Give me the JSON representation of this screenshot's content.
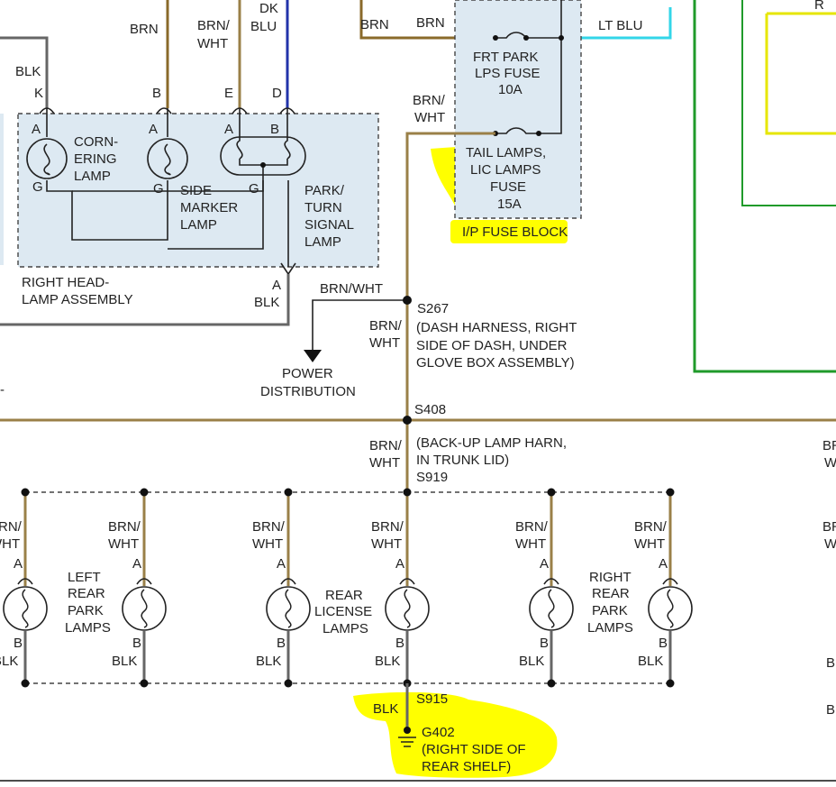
{
  "colors": {
    "highlight": "#ffff00",
    "brown_wire": "#8a6a2a",
    "brown_white_wire": "#9a8048",
    "light_blue_wire": "#33d6e8",
    "dark_blue_wire": "#2233aa",
    "green_wire": "#1f9a2a",
    "yellow_wire": "#e6e600",
    "black_wire": "#666666",
    "assembly_fill": "#dde9f2"
  },
  "top_wires": {
    "brn_left": "BRN",
    "brn_wht_top_1": "BRN/",
    "brn_wht_top_2": "WHT",
    "dk_blu_1": "DK",
    "dk_blu_2": "BLU",
    "brn_mid": "BRN",
    "brn_fuse": "BRN",
    "lt_blu": "LT BLU",
    "brn_wht_fuse_1": "BRN/",
    "brn_wht_fuse_2": "WHT",
    "edge_right_top": "R"
  },
  "head_lamp": {
    "blk_label": "BLK",
    "pin_k": "K",
    "pin_b": "B",
    "pin_e": "E",
    "pin_d": "D",
    "pin_a1": "A",
    "pin_a2": "A",
    "pin_a3": "A",
    "pin_b2": "B",
    "pin_g1": "G",
    "pin_g2": "G",
    "pin_g3": "G",
    "cornering_1": "CORN-",
    "cornering_2": "ERING",
    "cornering_3": "LAMP",
    "side_marker_1": "SIDE",
    "side_marker_2": "MARKER",
    "side_marker_3": "LAMP",
    "park_turn_1": "PARK/",
    "park_turn_2": "TURN",
    "park_turn_3": "SIGNAL",
    "park_turn_4": "LAMP",
    "assembly_1": "RIGHT HEAD-",
    "assembly_2": "LAMP ASSEMBLY",
    "out_pin": "A",
    "out_wire": "BLK"
  },
  "fuse_block": {
    "frt_park_1": "FRT PARK",
    "frt_park_2": "LPS FUSE",
    "frt_park_3": "10A",
    "tail_1": "TAIL LAMPS,",
    "tail_2": "LIC LAMPS",
    "tail_3": "FUSE",
    "tail_4": "15A",
    "block_label": "I/P FUSE BLOCK"
  },
  "splices": {
    "power_wire": "BRN/WHT",
    "power_1": "POWER",
    "power_2": "DISTRIBUTION",
    "s267": "S267",
    "s267_wire_1": "BRN/",
    "s267_wire_2": "WHT",
    "s267_desc_1": "(DASH HARNESS, RIGHT",
    "s267_desc_2": "SIDE OF DASH, UNDER",
    "s267_desc_3": "GLOVE BOX ASSEMBLY)",
    "s408": "S408",
    "s408_wire_1": "BRN/",
    "s408_wire_2": "WHT",
    "s408_desc_1": "(BACK-UP LAMP HARN,",
    "s408_desc_2": "IN TRUNK LID)",
    "s919": "S919",
    "s915": "S915",
    "gnd_wire": "BLK",
    "g402": "G402",
    "g402_desc_1": "(RIGHT SIDE OF",
    "g402_desc_2": "REAR SHELF)"
  },
  "rear": {
    "top_wire_1": "BRN/",
    "top_wire_2": "WHT",
    "pin_a": "A",
    "pin_b": "B",
    "bot_wire": "BLK",
    "left_1": "LEFT",
    "left_2": "REAR",
    "left_3": "PARK",
    "left_4": "LAMPS",
    "lic_1": "REAR",
    "lic_2": "LICENSE",
    "lic_3": "LAMPS",
    "right_1": "RIGHT",
    "right_2": "REAR",
    "right_3": "PARK",
    "right_4": "LAMPS",
    "edge_brn": "BR",
    "edge_wht": "W",
    "edge_b": "B"
  }
}
